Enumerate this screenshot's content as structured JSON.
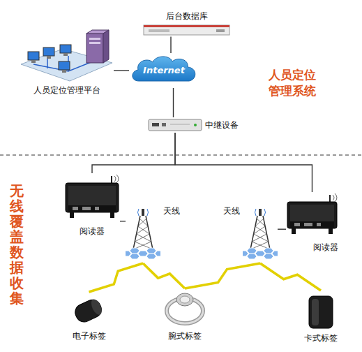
{
  "diagram": {
    "nodes": [
      {
        "text": [
          "人员定位管理平台"
        ]
      },
      {
        "text": [
          "后台数据库"
        ]
      },
      {
        "text": [
          "Internet"
        ]
      },
      {
        "text": [
          "中继设备"
        ]
      },
      {
        "text": [
          "阅读器"
        ]
      },
      {
        "text": [
          "天线"
        ]
      },
      {
        "text": [
          "天线"
        ]
      },
      {
        "text": [
          "阅读器"
        ]
      },
      {
        "text": [
          "电子标签"
        ]
      },
      {
        "text": [
          "腕式标签"
        ]
      },
      {
        "text": [
          "卡式标签"
        ]
      }
    ],
    "edges": [
      {
        "from": 0,
        "to": 2,
        "arrow": "none"
      },
      {
        "from": 1,
        "to": 2,
        "arrow": "none"
      },
      {
        "from": 2,
        "to": 3,
        "arrow": "none"
      },
      {
        "from": 3,
        "to": 4,
        "arrow": "none"
      },
      {
        "from": 3,
        "to": 7,
        "arrow": "none"
      },
      {
        "from": 4,
        "to": 5,
        "arrow": "none"
      },
      {
        "from": 7,
        "to": 6,
        "arrow": "none"
      },
      {
        "from": 5,
        "to": 8,
        "arrow": "none"
      },
      {
        "from": 5,
        "to": 9,
        "arrow": "none"
      },
      {
        "from": 6,
        "to": 9,
        "arrow": "none"
      },
      {
        "from": 6,
        "to": 10,
        "arrow": "none"
      }
    ],
    "labels": [
      "人员定位管理系统",
      "无线覆盖数据收集"
    ]
  }
}
